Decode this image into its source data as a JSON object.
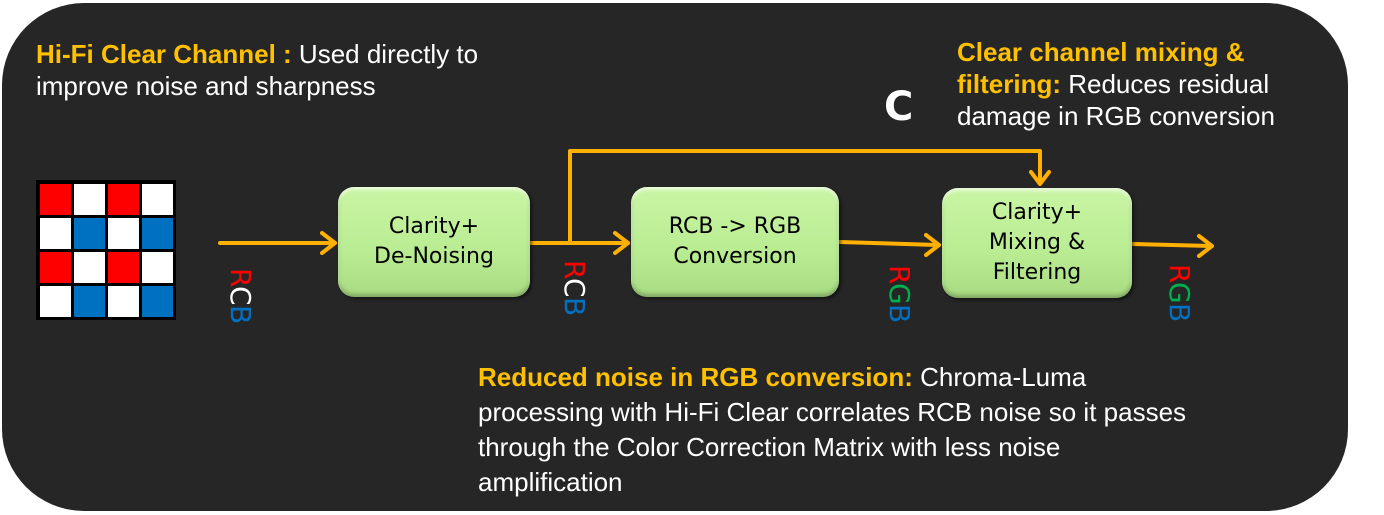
{
  "colors": {
    "background": "#262626",
    "accent": "#ffc000",
    "block_fill": "#bdf09a",
    "red": "#ff0000",
    "green": "#00b050",
    "blue": "#0070c0",
    "white": "#ffffff"
  },
  "notes": {
    "hifi": {
      "highlight": "Hi-Fi  Clear Channel :",
      "text": " Used directly to improve noise and sharpness"
    },
    "mixing": {
      "highlight": "Clear channel mixing & filtering:",
      "text": "  Reduces residual damage in RGB conversion"
    },
    "reduced": {
      "highlight": "Reduced noise in RGB conversion:",
      "text": "  Chroma-Luma processing with Hi-Fi Clear correlates RCB noise so it passes through the Color Correction Matrix with less noise amplification"
    }
  },
  "clear_channel_label": "C",
  "bayer_pattern": {
    "rows": [
      [
        "red",
        "white",
        "red",
        "white"
      ],
      [
        "white",
        "blue",
        "white",
        "blue"
      ],
      [
        "red",
        "white",
        "red",
        "white"
      ],
      [
        "white",
        "blue",
        "white",
        "blue"
      ]
    ]
  },
  "blocks": [
    {
      "id": "denoise",
      "lines": [
        "Clarity+",
        "De-Noising"
      ]
    },
    {
      "id": "convert",
      "lines": [
        "RCB -> RGB",
        "Conversion"
      ]
    },
    {
      "id": "mix",
      "lines": [
        "Clarity+",
        "Mixing &",
        "Filtering"
      ]
    }
  ],
  "signal_labels": [
    {
      "letters": [
        {
          "ch": "R",
          "color": "red"
        },
        {
          "ch": "C",
          "color": "white"
        },
        {
          "ch": "B",
          "color": "blue"
        }
      ]
    },
    {
      "letters": [
        {
          "ch": "R",
          "color": "red"
        },
        {
          "ch": "C",
          "color": "white"
        },
        {
          "ch": "B",
          "color": "blue"
        }
      ]
    },
    {
      "letters": [
        {
          "ch": "R",
          "color": "red"
        },
        {
          "ch": "G",
          "color": "green"
        },
        {
          "ch": "B",
          "color": "blue"
        }
      ]
    },
    {
      "letters": [
        {
          "ch": "R",
          "color": "red"
        },
        {
          "ch": "G",
          "color": "green"
        },
        {
          "ch": "B",
          "color": "blue"
        }
      ]
    }
  ]
}
